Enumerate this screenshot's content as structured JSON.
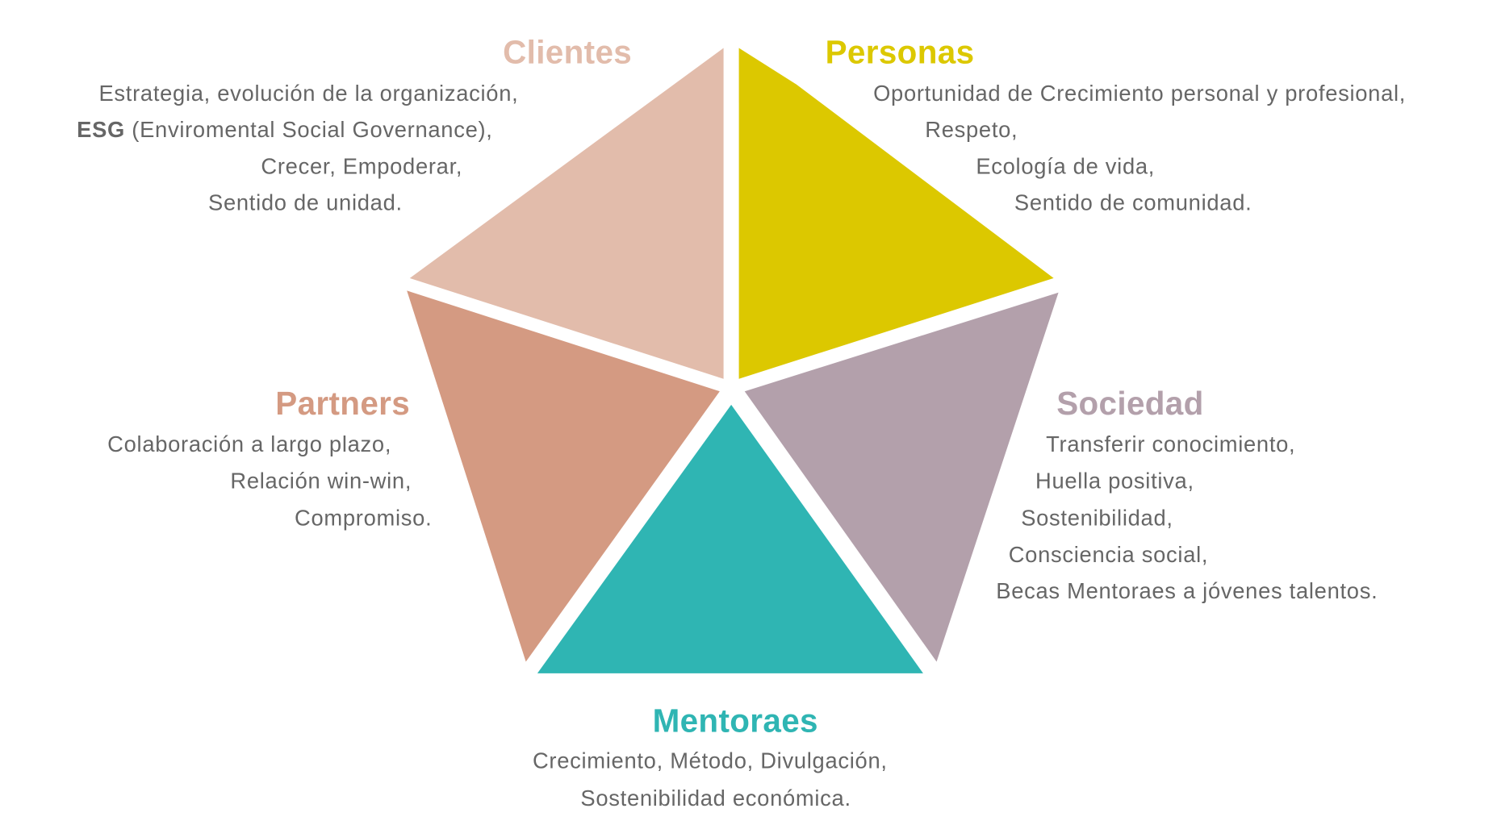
{
  "colors": {
    "clientes": "#e2bcab",
    "personas": "#dcc800",
    "partners": "#d49a82",
    "sociedad": "#b3a0ab",
    "mentoraes": "#2fb5b3",
    "text": "#666666"
  },
  "clientes": {
    "title": "Clientes",
    "line1": "Estrategia, evolución de la organización,",
    "line2_bold": "ESG",
    "line2_rest": " (Enviromental Social Governance),",
    "line3": "Crecer, Empoderar,",
    "line4": "Sentido de unidad."
  },
  "personas": {
    "title": "Personas",
    "lines": [
      "Oportunidad de Crecimiento personal y profesional,",
      "Respeto,",
      "Ecología de vida,",
      "Sentido de comunidad."
    ]
  },
  "partners": {
    "title": "Partners",
    "lines": [
      "Colaboración a largo plazo,",
      "Relación win-win,",
      "Compromiso."
    ]
  },
  "sociedad": {
    "title": "Sociedad",
    "lines": [
      "Transferir conocimiento,",
      "Huella positiva,",
      "Sostenibilidad,",
      "Consciencia social,",
      "Becas Mentoraes a jóvenes talentos."
    ]
  },
  "mentoraes": {
    "title": "Mentoraes",
    "lines": [
      "Crecimiento, Método, Divulgación,",
      "Sostenibilidad económica."
    ]
  }
}
